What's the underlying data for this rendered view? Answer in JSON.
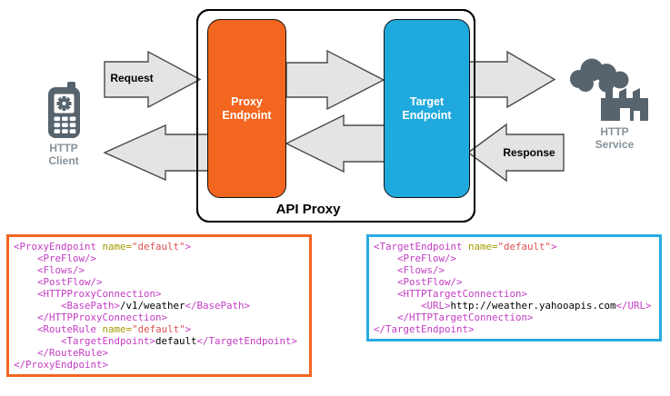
{
  "diagram": {
    "http_client_label": "HTTP Client",
    "http_service_label": "HTTP Service",
    "request_label": "Request",
    "response_label": "Response",
    "proxy_endpoint_label": "Proxy Endpoint",
    "target_endpoint_label": "Target Endpoint",
    "api_proxy_label": "API Proxy"
  },
  "colors": {
    "proxy_orange": "#F3661F",
    "target_blue": "#1FA9DC",
    "arrow_fill": "#E4E4E4",
    "arrow_stroke": "#4A4A4A",
    "icon_gray": "#57646D",
    "label_gray": "#87929A",
    "code_tag": "#C43BC4",
    "code_attr": "#A39A00",
    "code_value": "#DB5151",
    "proxy_code_border": "#F26522",
    "target_code_border": "#29ABE2"
  },
  "code_boxes": [
    {
      "id": "proxy",
      "name": "proxy-endpoint-xml",
      "border_color": "#F26522",
      "lines": [
        [
          [
            "tag",
            "<ProxyEndpoint"
          ],
          [
            "txt",
            " "
          ],
          [
            "attr",
            "name="
          ],
          [
            "val",
            "\"default\""
          ],
          [
            "tag",
            ">"
          ]
        ],
        [
          [
            "txt",
            "    "
          ],
          [
            "tag",
            "<PreFlow/>"
          ]
        ],
        [
          [
            "txt",
            "    "
          ],
          [
            "tag",
            "<Flows/>"
          ]
        ],
        [
          [
            "txt",
            "    "
          ],
          [
            "tag",
            "<PostFlow/>"
          ]
        ],
        [
          [
            "txt",
            "    "
          ],
          [
            "tag",
            "<HTTPProxyConnection>"
          ]
        ],
        [
          [
            "txt",
            "        "
          ],
          [
            "tag",
            "<BasePath>"
          ],
          [
            "txt",
            "/v1/weather"
          ],
          [
            "tag",
            "</BasePath>"
          ]
        ],
        [
          [
            "txt",
            "    "
          ],
          [
            "tag",
            "</HTTPProxyConnection>"
          ]
        ],
        [
          [
            "txt",
            "    "
          ],
          [
            "tag",
            "<RouteRule"
          ],
          [
            "txt",
            " "
          ],
          [
            "attr",
            "name="
          ],
          [
            "val",
            "\"default\""
          ],
          [
            "tag",
            ">"
          ]
        ],
        [
          [
            "txt",
            "        "
          ],
          [
            "tag",
            "<TargetEndpoint>"
          ],
          [
            "txt",
            "default"
          ],
          [
            "tag",
            "</TargetEndpoint>"
          ]
        ],
        [
          [
            "txt",
            "    "
          ],
          [
            "tag",
            "</RouteRule>"
          ]
        ],
        [
          [
            "tag",
            "</ProxyEndpoint>"
          ]
        ]
      ]
    },
    {
      "id": "target",
      "name": "target-endpoint-xml",
      "border_color": "#29ABE2",
      "lines": [
        [
          [
            "tag",
            "<TargetEndpoint"
          ],
          [
            "txt",
            " "
          ],
          [
            "attr",
            "name="
          ],
          [
            "val",
            "\"default\""
          ],
          [
            "tag",
            ">"
          ]
        ],
        [
          [
            "txt",
            "    "
          ],
          [
            "tag",
            "<PreFlow/>"
          ]
        ],
        [
          [
            "txt",
            "    "
          ],
          [
            "tag",
            "<Flows/>"
          ]
        ],
        [
          [
            "txt",
            "    "
          ],
          [
            "tag",
            "<PostFlow/>"
          ]
        ],
        [
          [
            "txt",
            "    "
          ],
          [
            "tag",
            "<HTTPTargetConnection>"
          ]
        ],
        [
          [
            "txt",
            "        "
          ],
          [
            "tag",
            "<URL>"
          ],
          [
            "txt",
            "http://weather.yahooapis.com"
          ],
          [
            "tag",
            "</URL>"
          ]
        ],
        [
          [
            "txt",
            "    "
          ],
          [
            "tag",
            "</HTTPTargetConnection>"
          ]
        ],
        [
          [
            "tag",
            "</TargetEndpoint>"
          ]
        ]
      ]
    }
  ]
}
